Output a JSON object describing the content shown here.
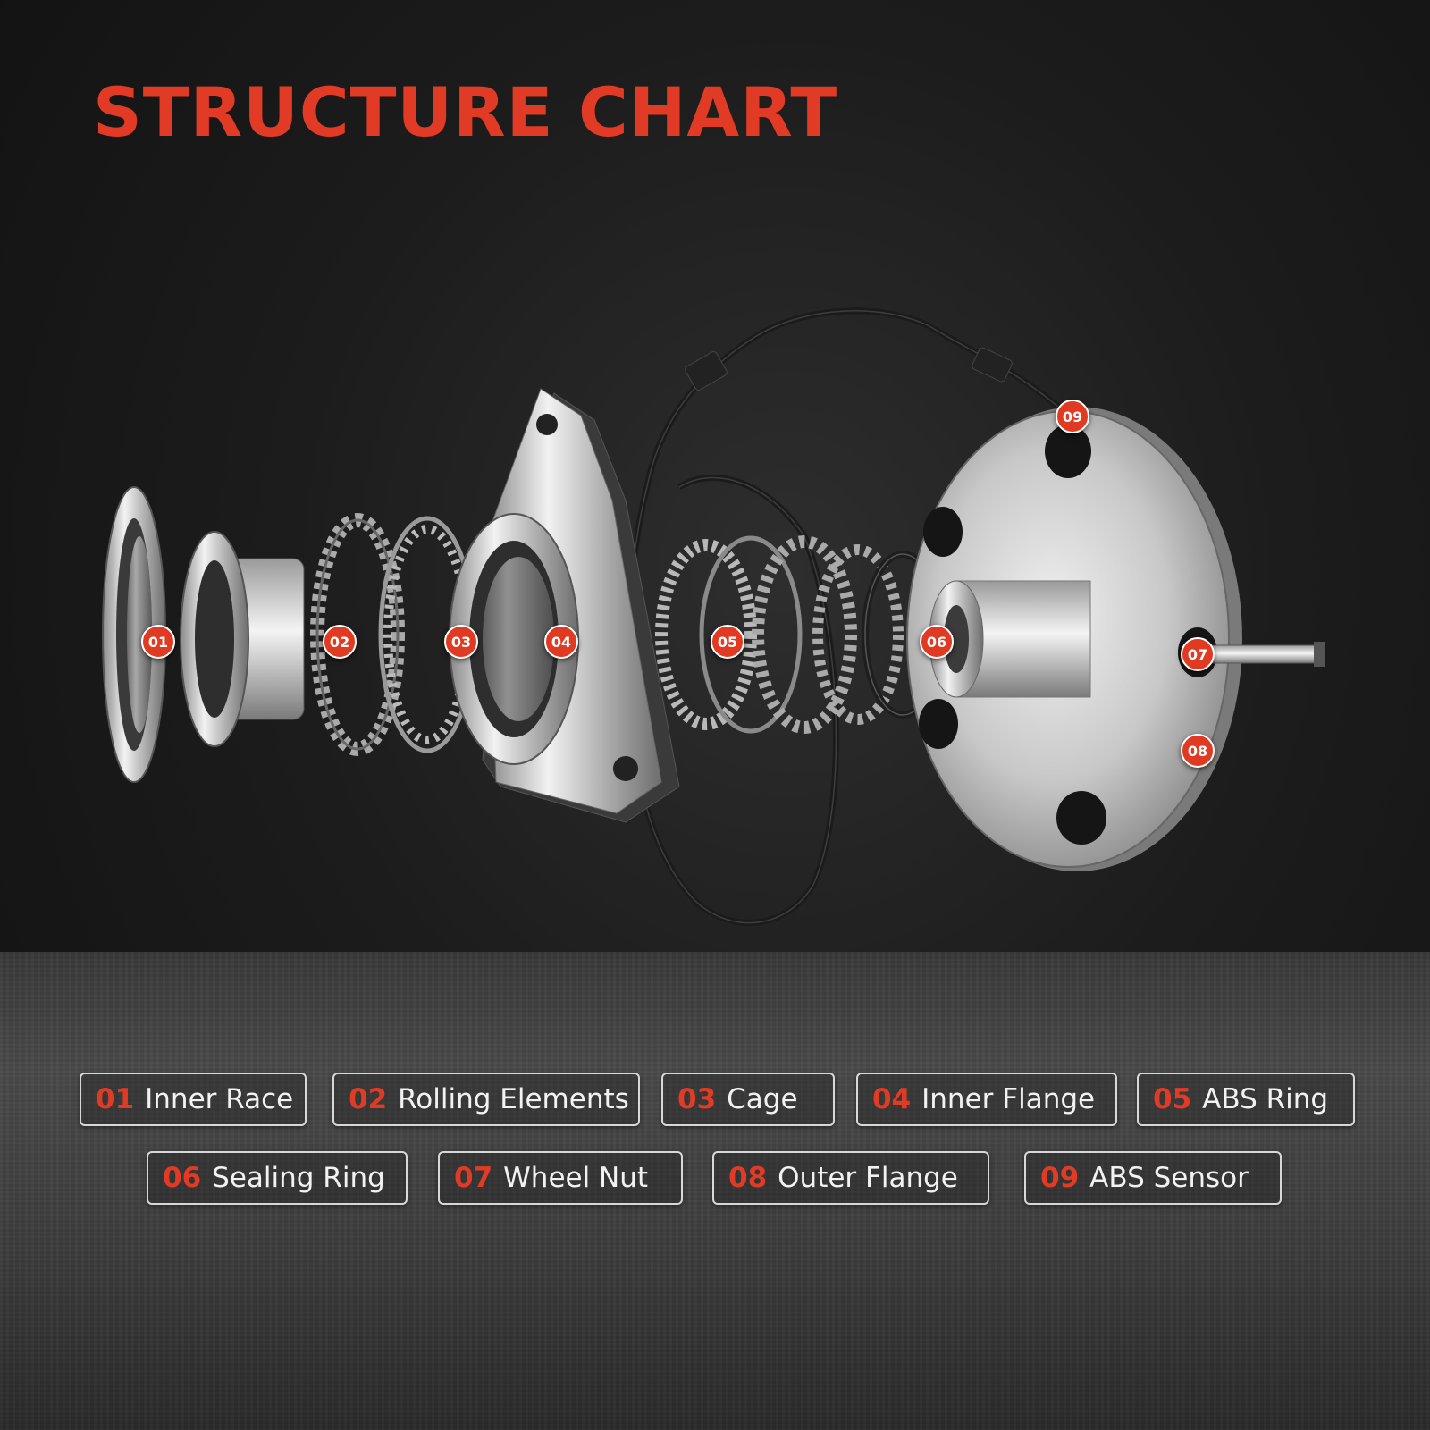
{
  "title": "STRUCTURE CHART",
  "colors": {
    "accent": "#e13b25",
    "background": "#1a1a1a",
    "text": "#f2f2f2"
  },
  "markers": [
    "01",
    "02",
    "03",
    "04",
    "05",
    "06",
    "07",
    "08",
    "09"
  ],
  "legend": [
    {
      "num": "01",
      "label": "Inner Race"
    },
    {
      "num": "02",
      "label": "Rolling Elements"
    },
    {
      "num": "03",
      "label": "Cage"
    },
    {
      "num": "04",
      "label": "Inner Flange"
    },
    {
      "num": "05",
      "label": "ABS Ring"
    },
    {
      "num": "06",
      "label": "Sealing Ring"
    },
    {
      "num": "07",
      "label": "Wheel Nut"
    },
    {
      "num": "08",
      "label": "Outer Flange"
    },
    {
      "num": "09",
      "label": "ABS Sensor"
    }
  ]
}
